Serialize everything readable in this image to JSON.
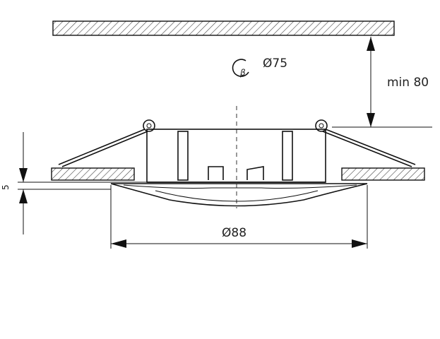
{
  "diagram": {
    "labels": {
      "cutout_diameter": "Ø75",
      "min_depth": "min 80",
      "outer_diameter": "Ø88",
      "thickness": "5"
    },
    "icons": {
      "cutout_symbol": "hole-saw-cutout-icon"
    },
    "colors": {
      "line": "#111111",
      "hatch": "#444444",
      "background": "#ffffff"
    }
  }
}
